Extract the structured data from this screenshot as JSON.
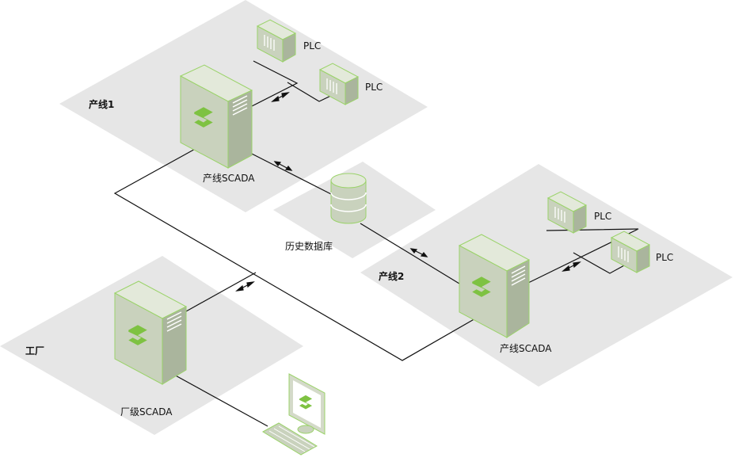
{
  "zones": {
    "line1": "产线1",
    "line2": "产线2",
    "factory": "工厂"
  },
  "nodes": {
    "line1_scada": "产线SCADA",
    "line2_scada": "产线SCADA",
    "factory_scada": "厂级SCADA",
    "historian": "历史数据库",
    "plc_1a": "PLC",
    "plc_1b": "PLC",
    "plc_2a": "PLC",
    "plc_2b": "PLC"
  },
  "colors": {
    "platform": "#e6e6e6",
    "device_body": "#c9d2bd",
    "device_top": "#e3e9da",
    "device_side": "#aab59d",
    "accent": "#7ec242",
    "edge": "#9bd36a",
    "line": "#111111"
  },
  "icons": [
    "server-icon",
    "plc-icon",
    "database-icon",
    "monitor-icon",
    "keyboard-icon",
    "flow-arrow-icon"
  ]
}
